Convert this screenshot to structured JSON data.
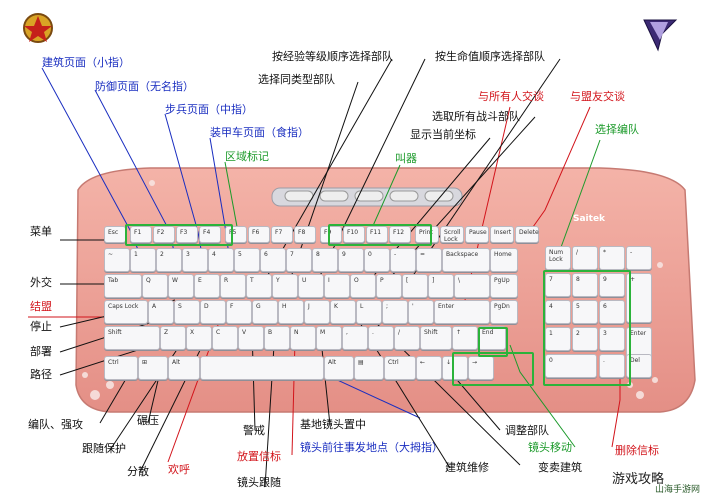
{
  "keyboard_brand": "Saitek",
  "labels": {
    "l1": "建筑页面（小指）",
    "l2": "防御页面（无名指）",
    "l3": "步兵页面（中指）",
    "l4": "装甲车页面（食指）",
    "l5": "区域标记",
    "l6": "按经验等级顺序选择部队",
    "l7": "按生命值顺序选择部队",
    "l8": "选择同类型部队",
    "l9": "与所有人交谈",
    "l10": "与盟友交谈",
    "l11": "叫器",
    "l12": "选取所有战斗部队",
    "l13": "选择编队",
    "l14": "显示当前坐标",
    "l15": "菜单",
    "l16": "外交",
    "l17": "结盟",
    "l18": "停止",
    "l19": "部署",
    "l20": "路径",
    "l21": "编队、强攻",
    "l22": "碾压",
    "l23": "跟随保护",
    "l24": "分散",
    "l25": "欢呼",
    "l26": "警戒",
    "l27": "放置信标",
    "l28": "镜头跟随",
    "l29": "基地镜头置中",
    "l30": "镜头前往事发地点（大拇指）",
    "l31": "调整部队",
    "l32": "镜头移动",
    "l33": "删除信标",
    "l34": "建筑维修",
    "l35": "变卖建筑"
  },
  "watermark": {
    "text": "游戏攻略",
    "site": "山海手游网",
    "site_url": "www.shanhaishouyouwang.com"
  },
  "keys": {
    "row0": [
      "Esc",
      "F1",
      "F2",
      "F3",
      "F4",
      "F5",
      "F6",
      "F7",
      "F8",
      "F9",
      "F10",
      "F11",
      "F12",
      "Print",
      "Scroll Lock",
      "Pause",
      "Insert",
      "Delete"
    ],
    "row1": [
      "~",
      "1",
      "2",
      "3",
      "4",
      "5",
      "6",
      "7",
      "8",
      "9",
      "0",
      "-",
      "=",
      "Backspace",
      "Home"
    ],
    "row2": [
      "Tab",
      "Q",
      "W",
      "E",
      "R",
      "T",
      "Y",
      "U",
      "I",
      "O",
      "P",
      "[",
      "]",
      "\\",
      "PgUp"
    ],
    "row3": [
      "Caps Lock",
      "A",
      "S",
      "D",
      "F",
      "G",
      "H",
      "J",
      "K",
      "L",
      ";",
      "'",
      "Enter",
      "PgDn"
    ],
    "row4": [
      "Shift",
      "Z",
      "X",
      "C",
      "V",
      "B",
      "N",
      "M",
      ",",
      ".",
      "/",
      "Shift",
      "↑",
      "End"
    ],
    "row5": [
      "Ctrl",
      "⊞",
      "Alt",
      "",
      "Alt",
      "▤",
      "Ctrl",
      "←",
      "↓",
      "→"
    ],
    "numpad": [
      "Num Lock",
      "/",
      "*",
      "-",
      "7",
      "8",
      "9",
      "+",
      "4",
      "5",
      "6",
      "1",
      "2",
      "3",
      "Enter",
      "0",
      ".",
      "Del"
    ]
  }
}
